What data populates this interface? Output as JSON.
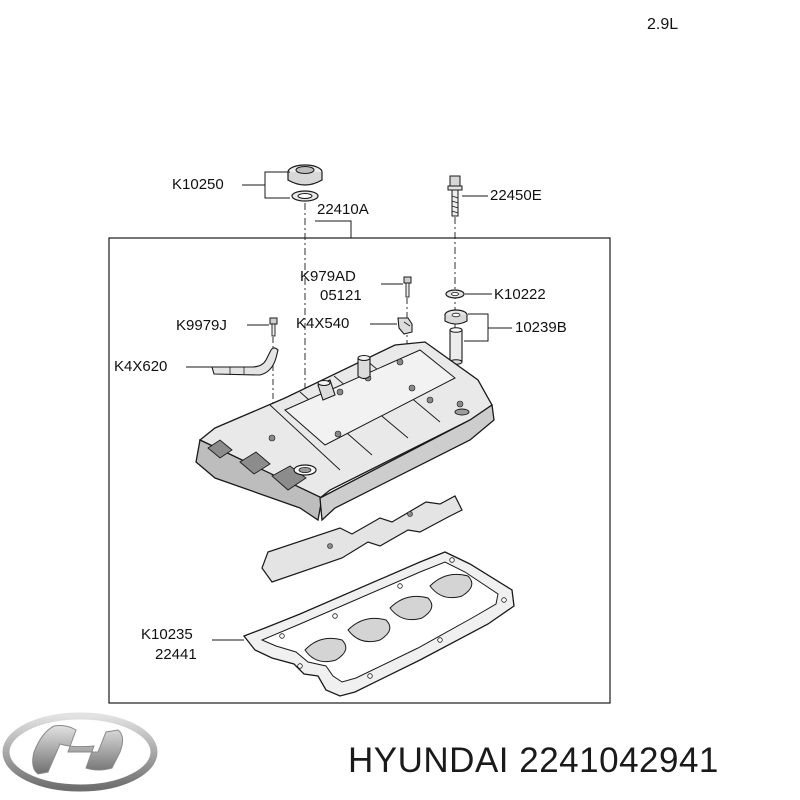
{
  "engine": "2.9L",
  "labels": {
    "k10250": "K10250",
    "p22410a": "22410A",
    "p22450e": "22450E",
    "k979ad": "K979AD",
    "p05121": "05121",
    "k10222": "K10222",
    "k9979j": "K9979J",
    "k4x540": "K4X540",
    "p10239b": "10239B",
    "k4x620": "K4X620",
    "k10235": "K10235",
    "p22441": "22441"
  },
  "brand": {
    "text": "HYUNDAI 2241042941"
  },
  "colors": {
    "line": "#1a1a1a",
    "part_fill": "#e6e6e6",
    "shadow": "#9a9a9a",
    "logo_silver": "#b5b5b5"
  }
}
